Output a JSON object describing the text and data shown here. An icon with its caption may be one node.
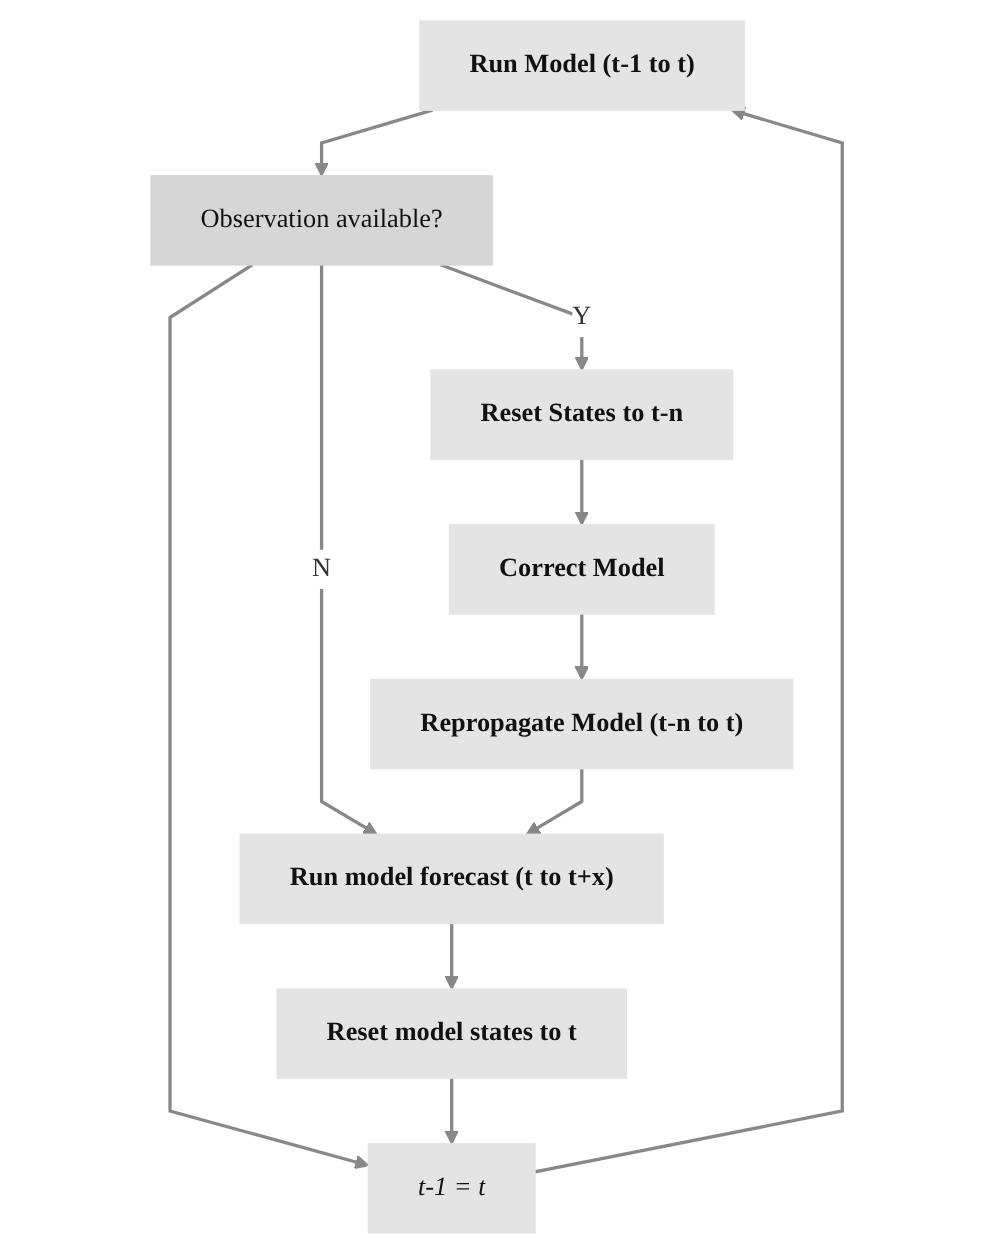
{
  "diagram": {
    "nodes": [
      {
        "text": [
          "Run Model (t-1 to t)"
        ]
      },
      {
        "text": [
          "Observation available?"
        ]
      },
      {
        "text": [
          "Reset States to t-n"
        ]
      },
      {
        "text": [
          "Correct Model"
        ]
      },
      {
        "text": [
          "Repropagate Model (t-n to t)"
        ]
      },
      {
        "text": [
          "Run model forecast (t to t+x)"
        ]
      },
      {
        "text": [
          "Reset model states to t"
        ]
      },
      {
        "text": [
          "t-1 = t"
        ]
      }
    ],
    "edges": [
      {
        "from": 0,
        "to": 1,
        "arrow": "to"
      },
      {
        "from": 1,
        "to": 2,
        "arrow": "to",
        "label": "Y"
      },
      {
        "from": 1,
        "to": 5,
        "arrow": "to",
        "label": "N"
      },
      {
        "from": 1,
        "to": 7,
        "arrow": "to"
      },
      {
        "from": 2,
        "to": 3,
        "arrow": "to"
      },
      {
        "from": 3,
        "to": 4,
        "arrow": "to"
      },
      {
        "from": 4,
        "to": 5,
        "arrow": "to"
      },
      {
        "from": 5,
        "to": 6,
        "arrow": "to"
      },
      {
        "from": 6,
        "to": 7,
        "arrow": "to"
      },
      {
        "from": 7,
        "to": 0,
        "arrow": "to"
      }
    ]
  }
}
